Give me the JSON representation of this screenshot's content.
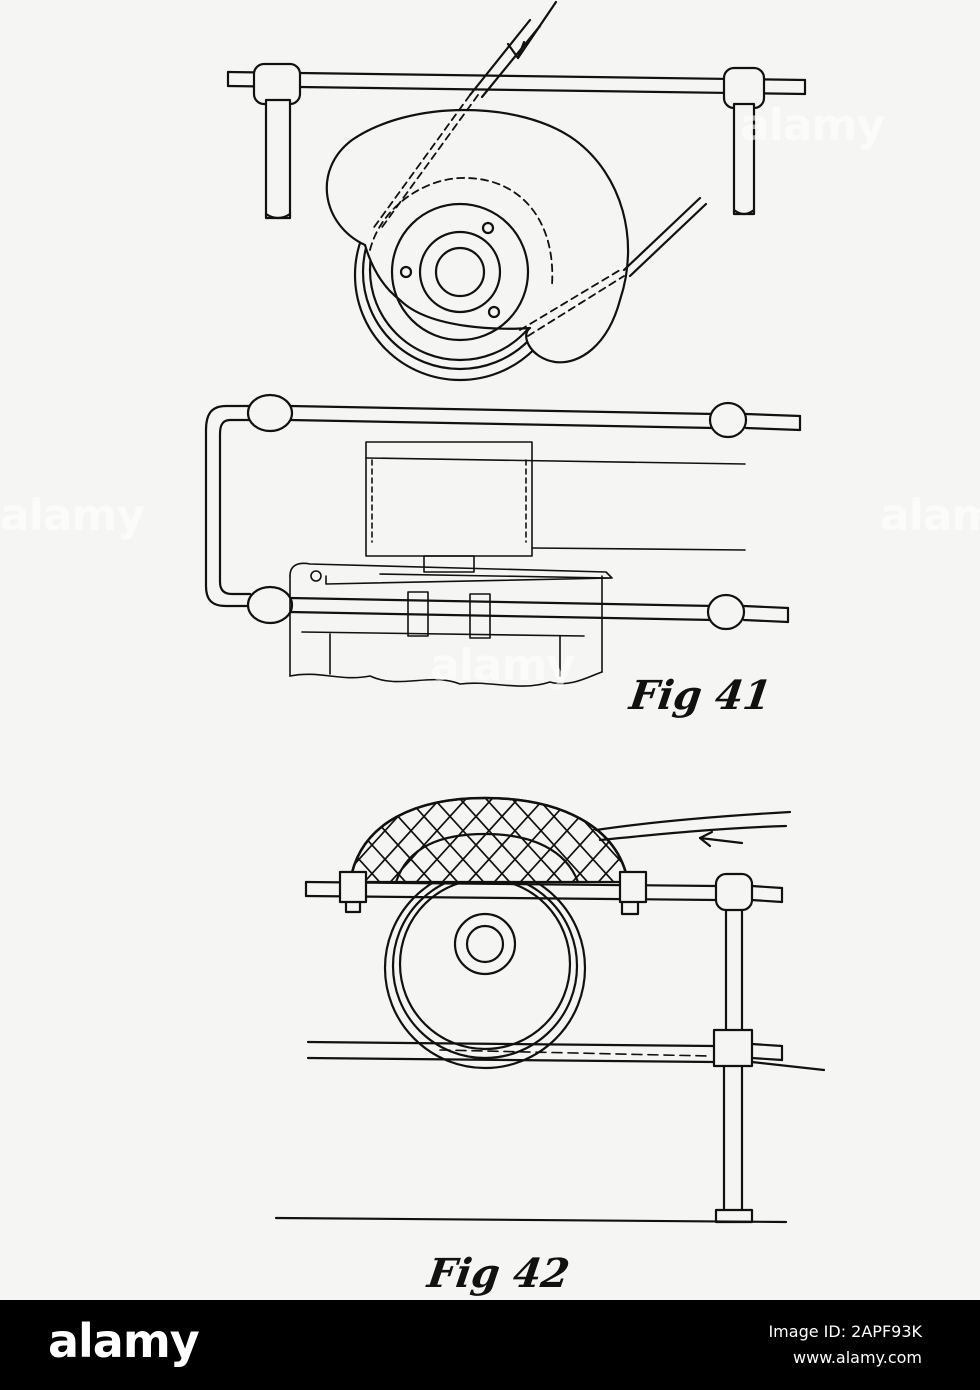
{
  "figures": [
    {
      "label": "Fig 41"
    },
    {
      "label": "Fig 42"
    }
  ],
  "watermark": {
    "text": "alamy"
  },
  "footer": {
    "logo": "alamy",
    "image_id": "Image ID: 2APF93K",
    "url": "www.alamy.com"
  },
  "colors": {
    "ink": "#111111",
    "paper": "#f5f5f3",
    "footer": "#000000"
  }
}
